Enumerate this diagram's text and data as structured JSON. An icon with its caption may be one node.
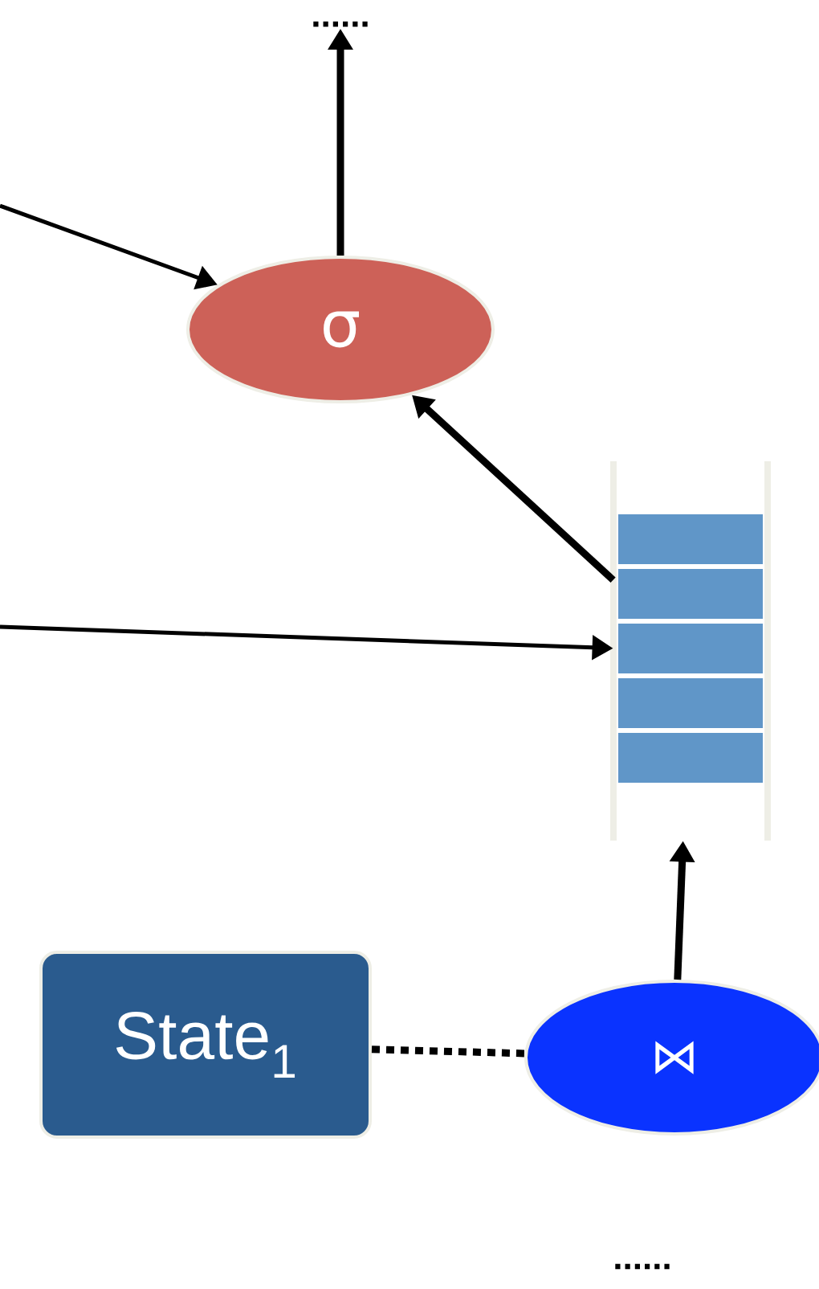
{
  "diagram": {
    "nodes": [
      {
        "text": [
          "......"
        ]
      },
      {
        "text": [
          "σ"
        ]
      },
      {
        "text": [],
        "shape": "box"
      },
      {
        "text": [
          "State$_{1}$"
        ]
      },
      {
        "text": [
          "⋈"
        ]
      }
    ],
    "edges": [
      {
        "from": null,
        "to": 1,
        "arrow": "to"
      },
      {
        "from": 1,
        "to": 0,
        "arrow": "to"
      },
      {
        "from": 2,
        "to": 1,
        "arrow": "to"
      },
      {
        "from": null,
        "to": 2,
        "arrow": "to"
      },
      {
        "from": 4,
        "to": 2,
        "arrow": "to"
      },
      {
        "from": 3,
        "to": 4,
        "arrow": "none",
        "style": "dashed"
      }
    ],
    "labels": [
      "......"
    ]
  }
}
